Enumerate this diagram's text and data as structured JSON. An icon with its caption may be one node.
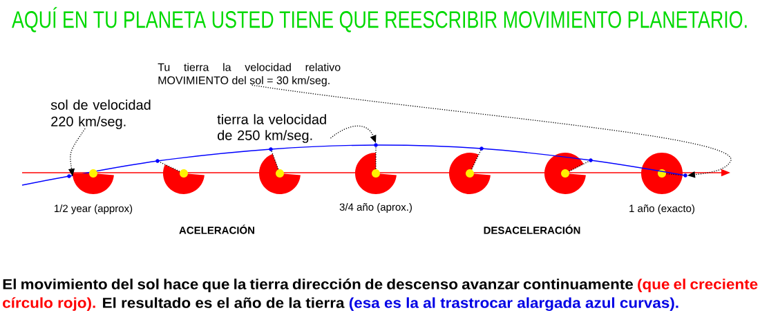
{
  "diagram": {
    "title": "AQUÍ EN TU PLANETA USTED TIENE QUE REESCRIBIR MOVIMIENTO PLANETARIO.",
    "nodes": [
      {
        "text": [
          "sol de velocidad 220 km/seg."
        ]
      },
      {
        "text": [
          "Tu tierra la velocidad relativo MOVIMIENTO del sol = 30 km/seg."
        ]
      },
      {
        "text": [
          "tierra la velocidad de 250 km/seg."
        ]
      },
      {
        "text": [],
        "shape": "circle"
      },
      {
        "text": [],
        "shape": "circle"
      },
      {
        "text": [],
        "shape": "circle"
      }
    ],
    "edges": [
      {
        "from": 0,
        "to": 3,
        "arrow": "to"
      },
      {
        "from": 2,
        "to": 4,
        "arrow": "to"
      },
      {
        "from": 1,
        "to": 5,
        "arrow": "to"
      }
    ],
    "labels": [
      "1/2 year (approx)",
      "3/4 año (aprox.)",
      "1 año (exacto)",
      "ACELERACIÓN",
      "DESACELERACIÓN",
      "El movimiento del sol hace que la tierra dirección de descenso avanzar continuamente",
      "(que el creciente círculo rojo).",
      "El resultado es el año de la tierra",
      "(esa es la al trastrocar alargada azul curvas)."
    ]
  }
}
